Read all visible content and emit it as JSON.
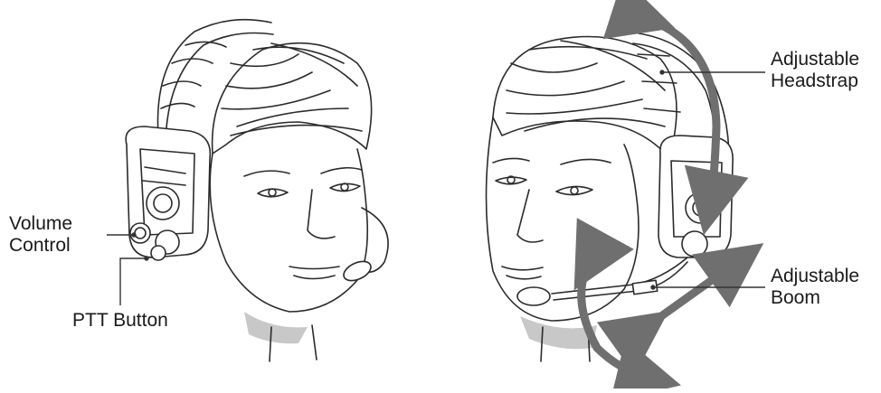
{
  "labels": {
    "volume_line1": "Volume",
    "volume_line2": "Control",
    "ptt": "PTT Button",
    "headstrap_line1": "Adjustable",
    "headstrap_line2": "Headstrap",
    "boom_line1": "Adjustable",
    "boom_line2": "Boom"
  },
  "colors": {
    "line_art": "#2b2b2b",
    "arrow": "#6f6f6f",
    "shadow": "#c8c8c8",
    "leader": "#333333"
  }
}
